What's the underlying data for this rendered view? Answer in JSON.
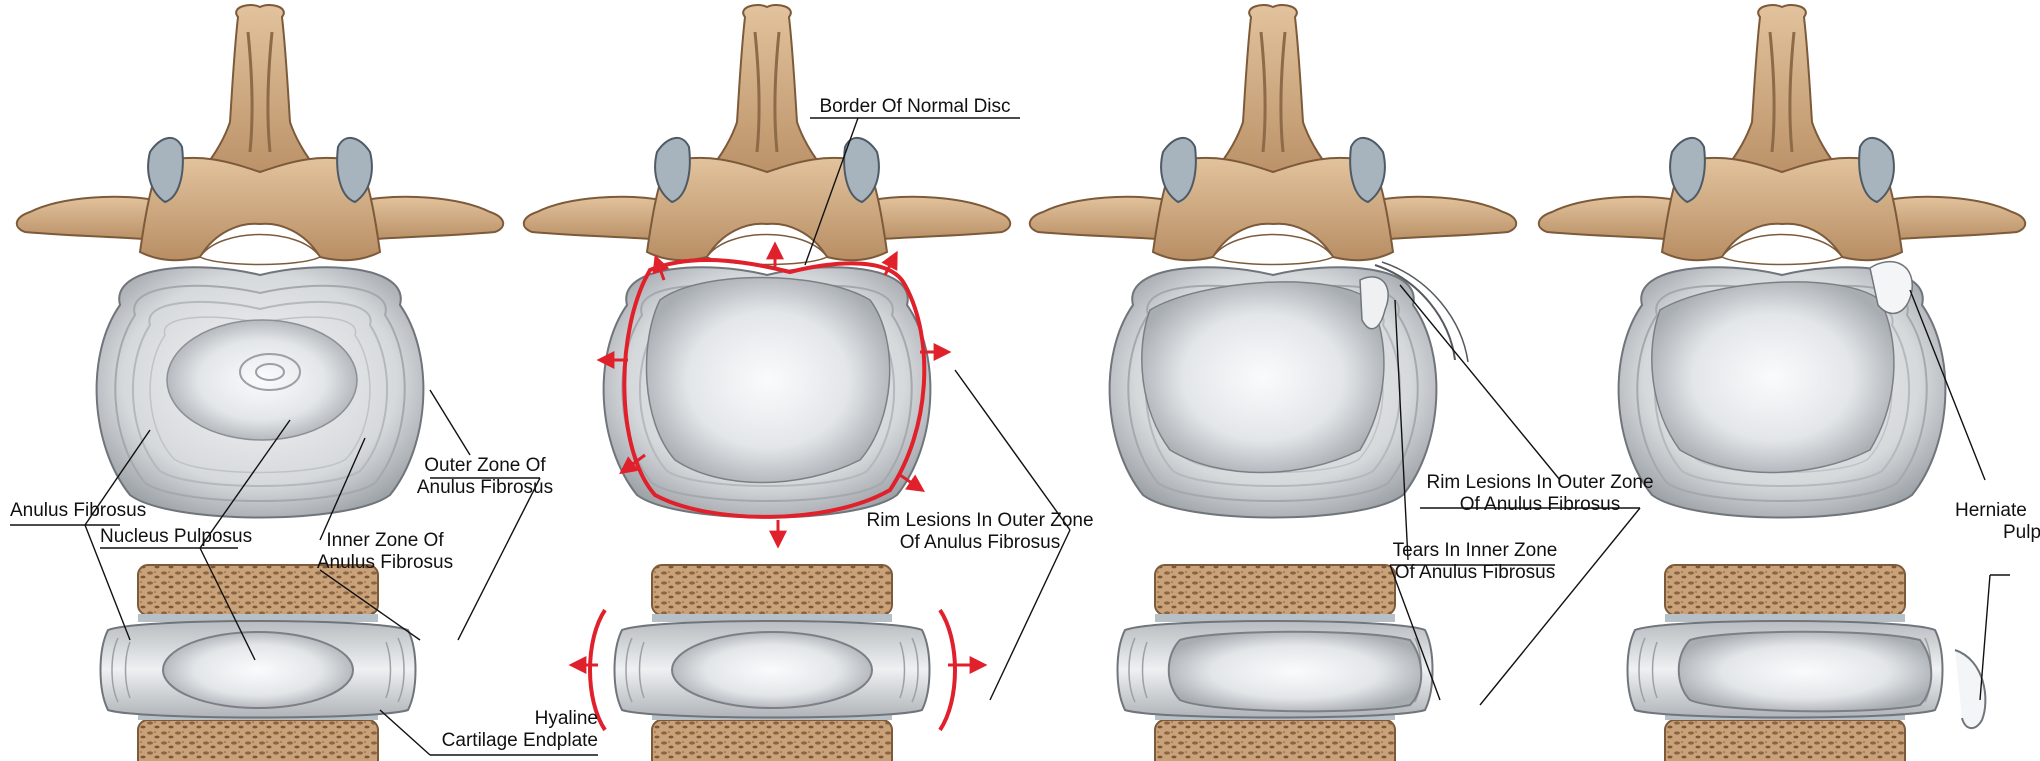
{
  "palette": {
    "bone": "#c9a27a",
    "bone_dark": "#8a6543",
    "bone_light": "#e3c4a0",
    "disc": "#dadddf",
    "disc_ring": "#9a9ea3",
    "nucleus": "#eceef0",
    "nucleus_shadow": "#7c8086",
    "endplate": "#c4a17c",
    "cartilage": "#a9b2bb",
    "red": "#e0202a",
    "line": "#111111"
  },
  "panels": [
    {
      "id": "normal",
      "labels": {
        "anulus": "Anulus Fibrosus",
        "nucleus": "Nucleus Pulposus",
        "outer_1": "Outer Zone Of",
        "outer_2": "Anulus Fibrosus",
        "inner_1": "Inner Zone Of",
        "inner_2": "Anulus Fibrosus",
        "hyaline_1": "Hyaline",
        "hyaline_2": "Cartilage Endplate"
      }
    },
    {
      "id": "bulge",
      "labels": {
        "border": "Border Of Normal Disc",
        "rim_1": "Rim Lesions In Outer Zone",
        "rim_2": "Of Anulus Fibrosus"
      }
    },
    {
      "id": "tears",
      "labels": {
        "rim_1": "Rim Lesions In Outer Zone",
        "rim_2": "Of Anulus Fibrosus",
        "tears_1": "Tears In Inner Zone",
        "tears_2": "Of Anulus Fibrosus"
      }
    },
    {
      "id": "herniated",
      "labels": {
        "hern_1": "Herniate",
        "hern_2": "Pulp"
      }
    }
  ]
}
